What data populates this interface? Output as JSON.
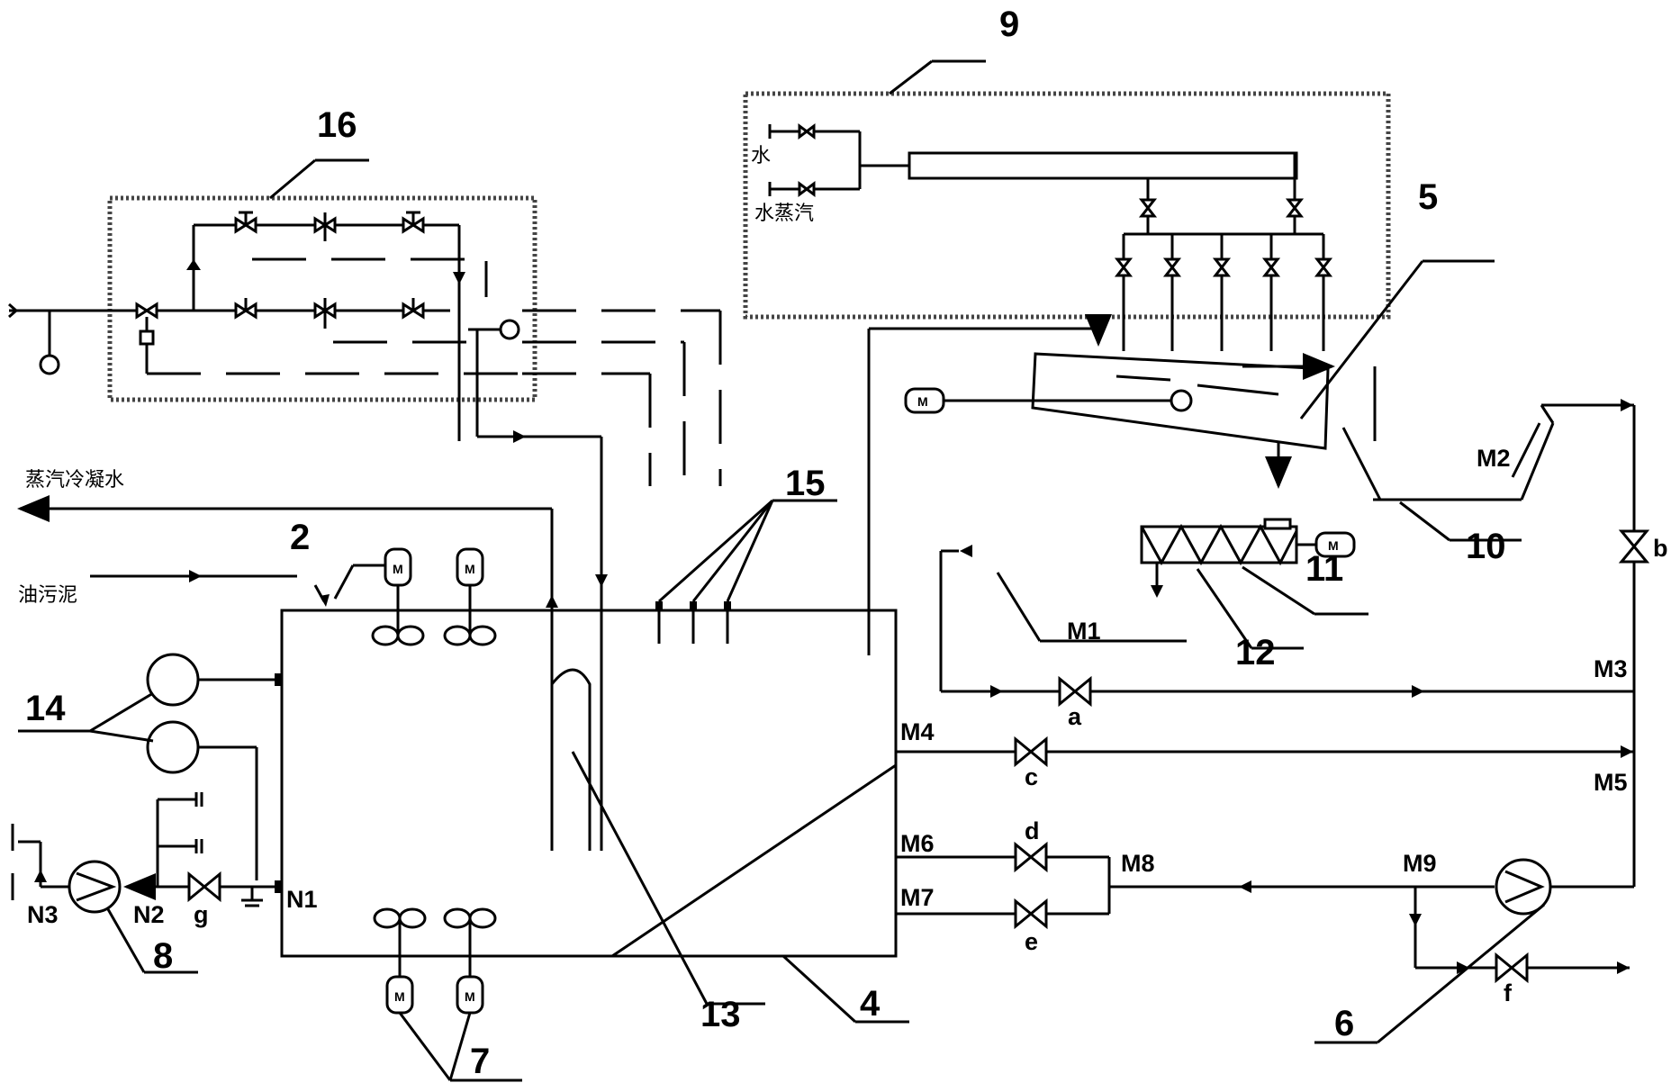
{
  "labels": {
    "n9": "9",
    "n16": "16",
    "n5": "5",
    "n15": "15",
    "n2": "2",
    "n14": "14",
    "n8": "8",
    "n7": "7",
    "n13": "13",
    "n4": "4",
    "n6": "6",
    "n10": "10",
    "n11": "11",
    "n12": "12"
  },
  "ports": {
    "m1": "M1",
    "m2": "M2",
    "m3": "M3",
    "m4": "M4",
    "m5": "M5",
    "m6": "M6",
    "m7": "M7",
    "m8": "M8",
    "m9": "M9",
    "n1": "N1",
    "n2": "N2",
    "n3": "N3"
  },
  "valves": {
    "a": "a",
    "b": "b",
    "c": "c",
    "d": "d",
    "e": "e",
    "f": "f",
    "g": "g"
  },
  "text": {
    "water": "水",
    "steam": "水蒸汽",
    "condensate": "蒸汽冷凝水",
    "oily_sludge": "油污泥"
  },
  "motor_mark": "M"
}
